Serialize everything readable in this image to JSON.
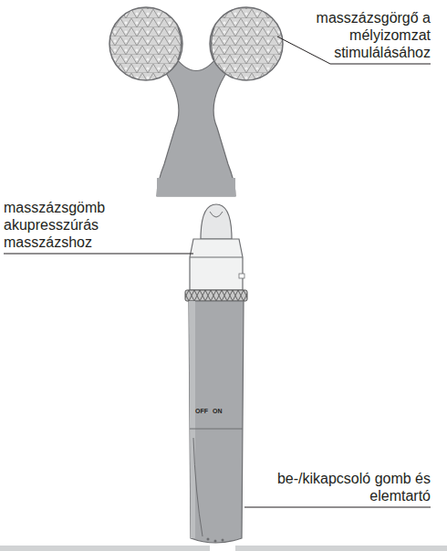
{
  "diagram": {
    "labels": [
      "masszázsgörgő a mélyizomzat stimulálásához",
      "masszázsgömb akupresszúrás masszázshoz",
      "OFF",
      "ON",
      "be-/kikapcsoló gomb és elemtartó"
    ]
  }
}
